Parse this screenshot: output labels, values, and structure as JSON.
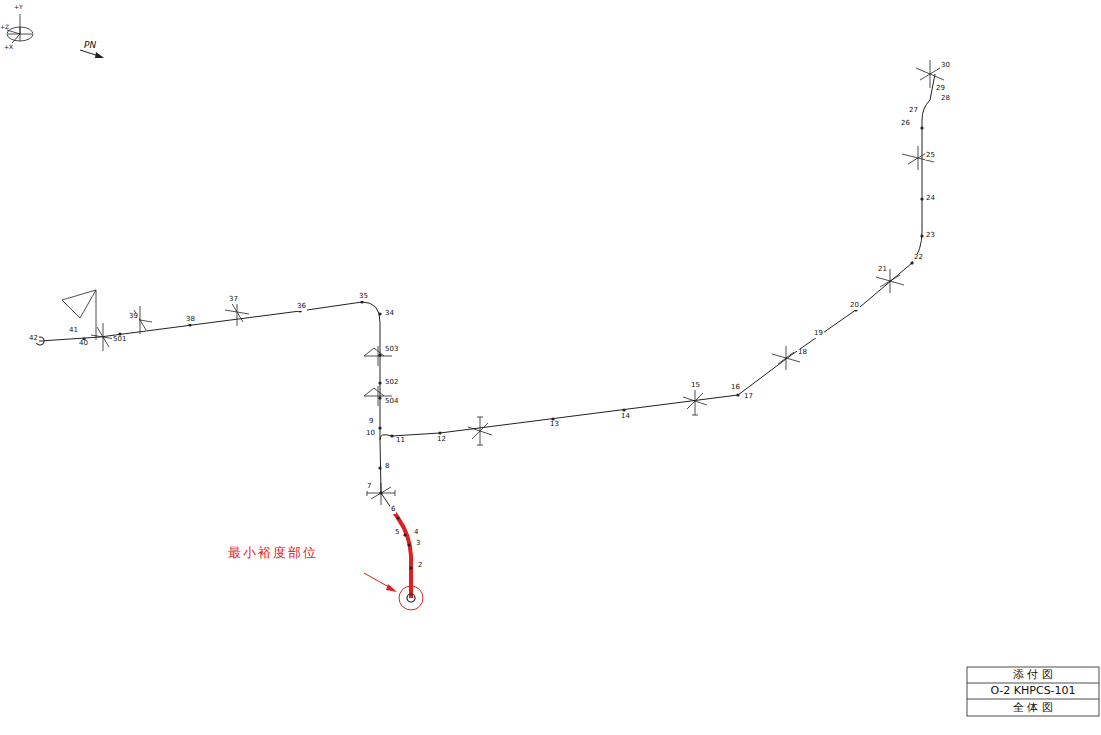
{
  "diagram": {
    "labels": [
      "+Y",
      "+Z",
      "+X",
      "PN",
      "最小裕度部位",
      "添 付 図",
      "O-2 KHPCS-101",
      "全 体 図",
      "2",
      "3",
      "4",
      "5",
      "6",
      "7",
      "8",
      "9",
      "10",
      "11",
      "12",
      "13",
      "14",
      "15",
      "16",
      "17",
      "18",
      "19",
      "20",
      "21",
      "22",
      "23",
      "24",
      "25",
      "26",
      "27",
      "28",
      "29",
      "30",
      "34",
      "35",
      "36",
      "37",
      "38",
      "39",
      "501",
      "40",
      "41",
      "42",
      "502",
      "503",
      "504"
    ]
  }
}
